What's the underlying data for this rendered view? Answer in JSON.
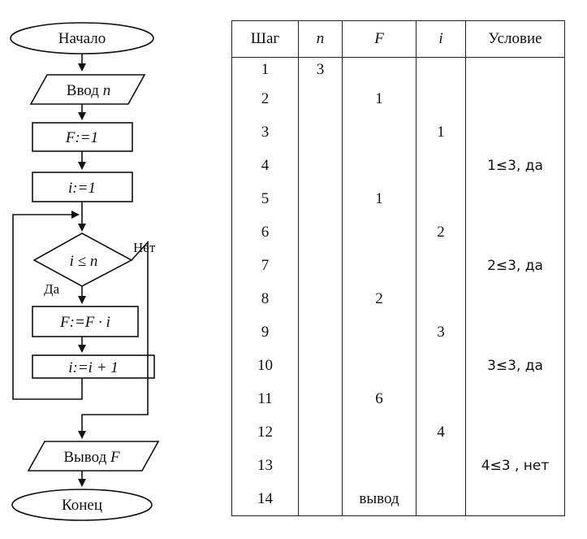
{
  "flowchart": {
    "start": "Начало",
    "input_word": "Ввод",
    "input_var": "n",
    "init_f": "F:=1",
    "init_i": "i:=1",
    "condition": "i ≤ n",
    "yes_label": "Да",
    "no_label": "Нет",
    "multiply": "F:=F · i",
    "increment": "i:=i + 1",
    "output_word": "Вывод",
    "output_var": "F",
    "end": "Конец"
  },
  "table": {
    "headers": [
      "Шаг",
      "n",
      "F",
      "i",
      "Условие"
    ],
    "rows": [
      [
        "1",
        "3",
        "",
        "",
        ""
      ],
      [
        "2",
        "",
        "1",
        "",
        ""
      ],
      [
        "3",
        "",
        "",
        "1",
        ""
      ],
      [
        "4",
        "",
        "",
        "",
        "1≤3, да"
      ],
      [
        "5",
        "",
        "1",
        "",
        ""
      ],
      [
        "6",
        "",
        "",
        "2",
        ""
      ],
      [
        "7",
        "",
        "",
        "",
        "2≤3, да"
      ],
      [
        "8",
        "",
        "2",
        "",
        ""
      ],
      [
        "9",
        "",
        "",
        "3",
        ""
      ],
      [
        "10",
        "",
        "",
        "",
        "3≤3, да"
      ],
      [
        "11",
        "",
        "6",
        "",
        ""
      ],
      [
        "12",
        "",
        "",
        "4",
        ""
      ],
      [
        "13",
        "",
        "",
        "",
        "4≤3 , нет"
      ],
      [
        "14",
        "",
        "вывод",
        "",
        ""
      ]
    ]
  }
}
